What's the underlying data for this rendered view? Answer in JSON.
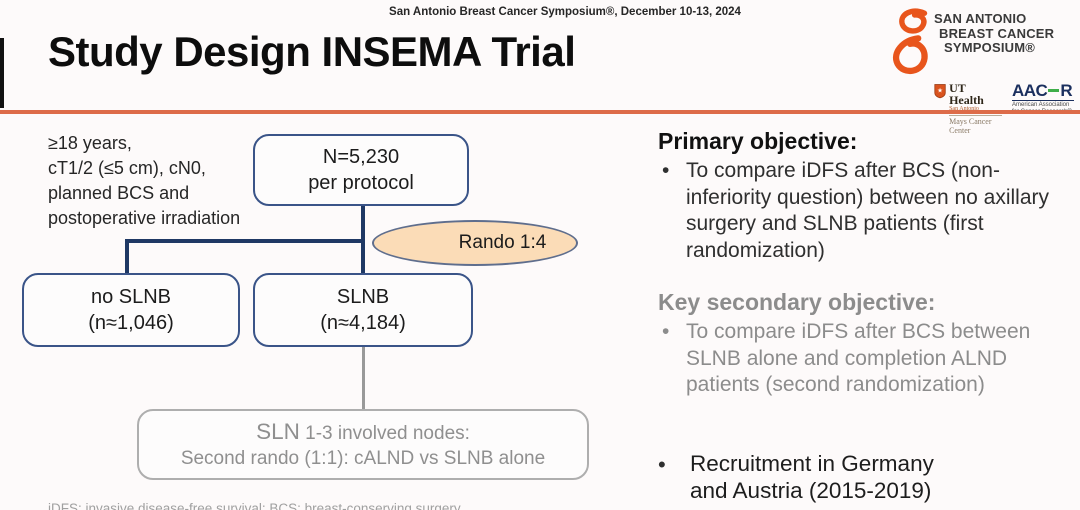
{
  "header": {
    "conference_line": "San Antonio Breast Cancer Symposium®, December 10-13, 2024",
    "title": "Study Design INSEMA Trial",
    "accent_color": "#dd6b49",
    "logo": {
      "line1": "SAN ANTONIO",
      "line2": "BREAST CANCER",
      "line3": "SYMPOSIUM®",
      "ut_health_name": "UT Health",
      "ut_health_sub": "San Antonio",
      "ut_health_center": "Mays Cancer Center",
      "aacr_word_left": "AAC",
      "aacr_word_right": "R",
      "aacr_sub": "American Association for Cancer Research®",
      "ribbon_color": "#e8551c",
      "aacr_navy": "#1b2f5e",
      "aacr_green": "#3fae49"
    }
  },
  "flowchart": {
    "eligibility": [
      "≥18 years,",
      "cT1/2 (≤5 cm), cN0,",
      "planned BCS and",
      "postoperative irradiation"
    ],
    "top_box": {
      "line1": "N=5,230",
      "line2": "per protocol"
    },
    "rando_oval": {
      "label": "Rando 1:4",
      "fill": "#fbdcb7",
      "border": "#5f6e8d"
    },
    "left_box": {
      "line1": "no SLNB",
      "line2": "(n≈1,046)"
    },
    "right_box": {
      "line1": "SLNB",
      "line2": "(n≈4,184)"
    },
    "bottom_box": {
      "lead": "SLN",
      "line1_rest": " 1-3 involved nodes:",
      "line2": "Second rando (1:1): cALND vs SLNB alone"
    },
    "connector_color": "#1f3864",
    "box_border_color": "#3a5488",
    "footnote": "iDFS: invasive disease-free survival; BCS: breast-conserving surgery"
  },
  "objectives": {
    "bullet_char": "•",
    "primary_heading": "Primary objective:",
    "primary_bullet": "To compare iDFS after BCS (non-inferiority question) between no axillary surgery and SLNB patients (first randomization)",
    "secondary_heading": "Key secondary objective:",
    "secondary_bullet": "To compare iDFS after BCS between SLNB alone and completion ALND patients (second randomization)",
    "secondary_color": "#8c8c8c",
    "recruitment_line1": "Recruitment in Germany",
    "recruitment_line2": "and Austria (2015-2019)"
  }
}
